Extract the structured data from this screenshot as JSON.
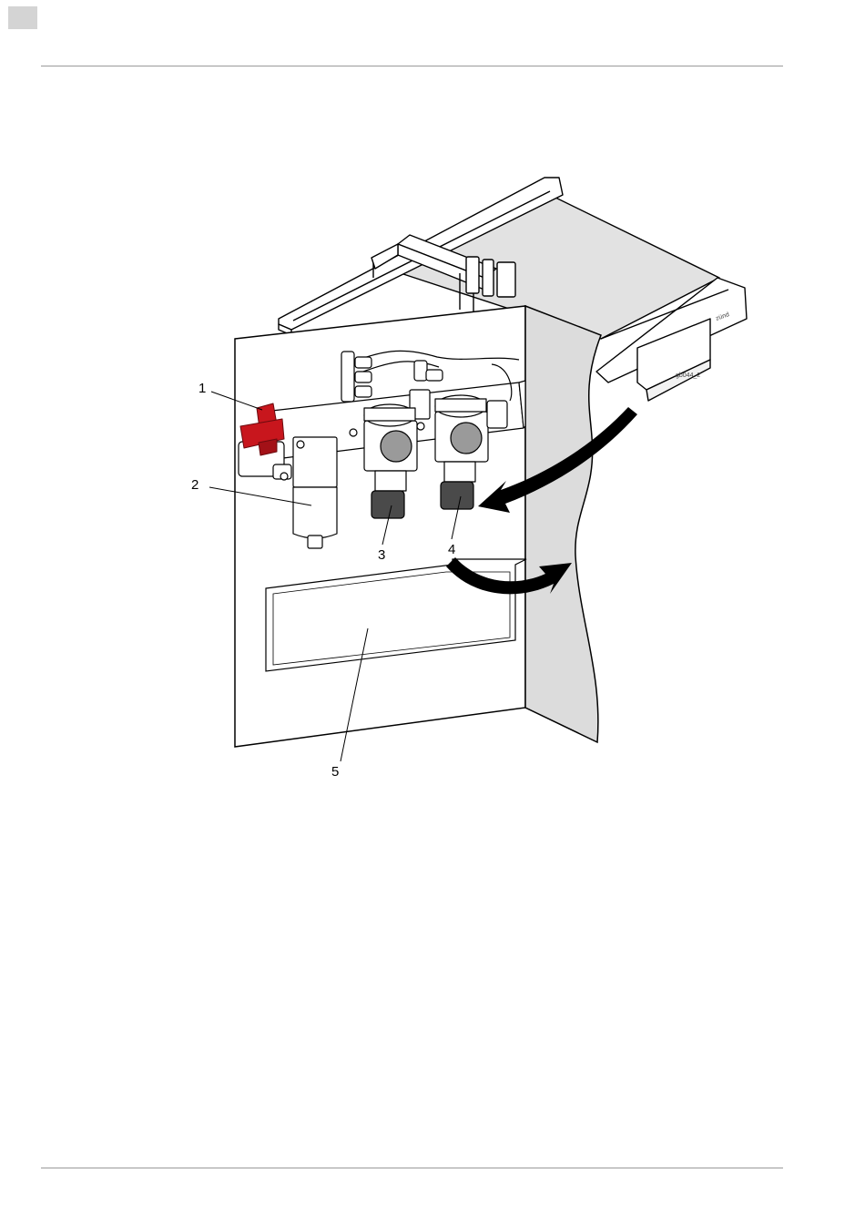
{
  "page": {
    "figure_id": "gb044_2",
    "callouts": [
      "1",
      "2",
      "3",
      "4",
      "5"
    ]
  },
  "colors": {
    "highlight": "#c8161d",
    "panel_gray": "#dcdcdc",
    "line": "#000000"
  }
}
